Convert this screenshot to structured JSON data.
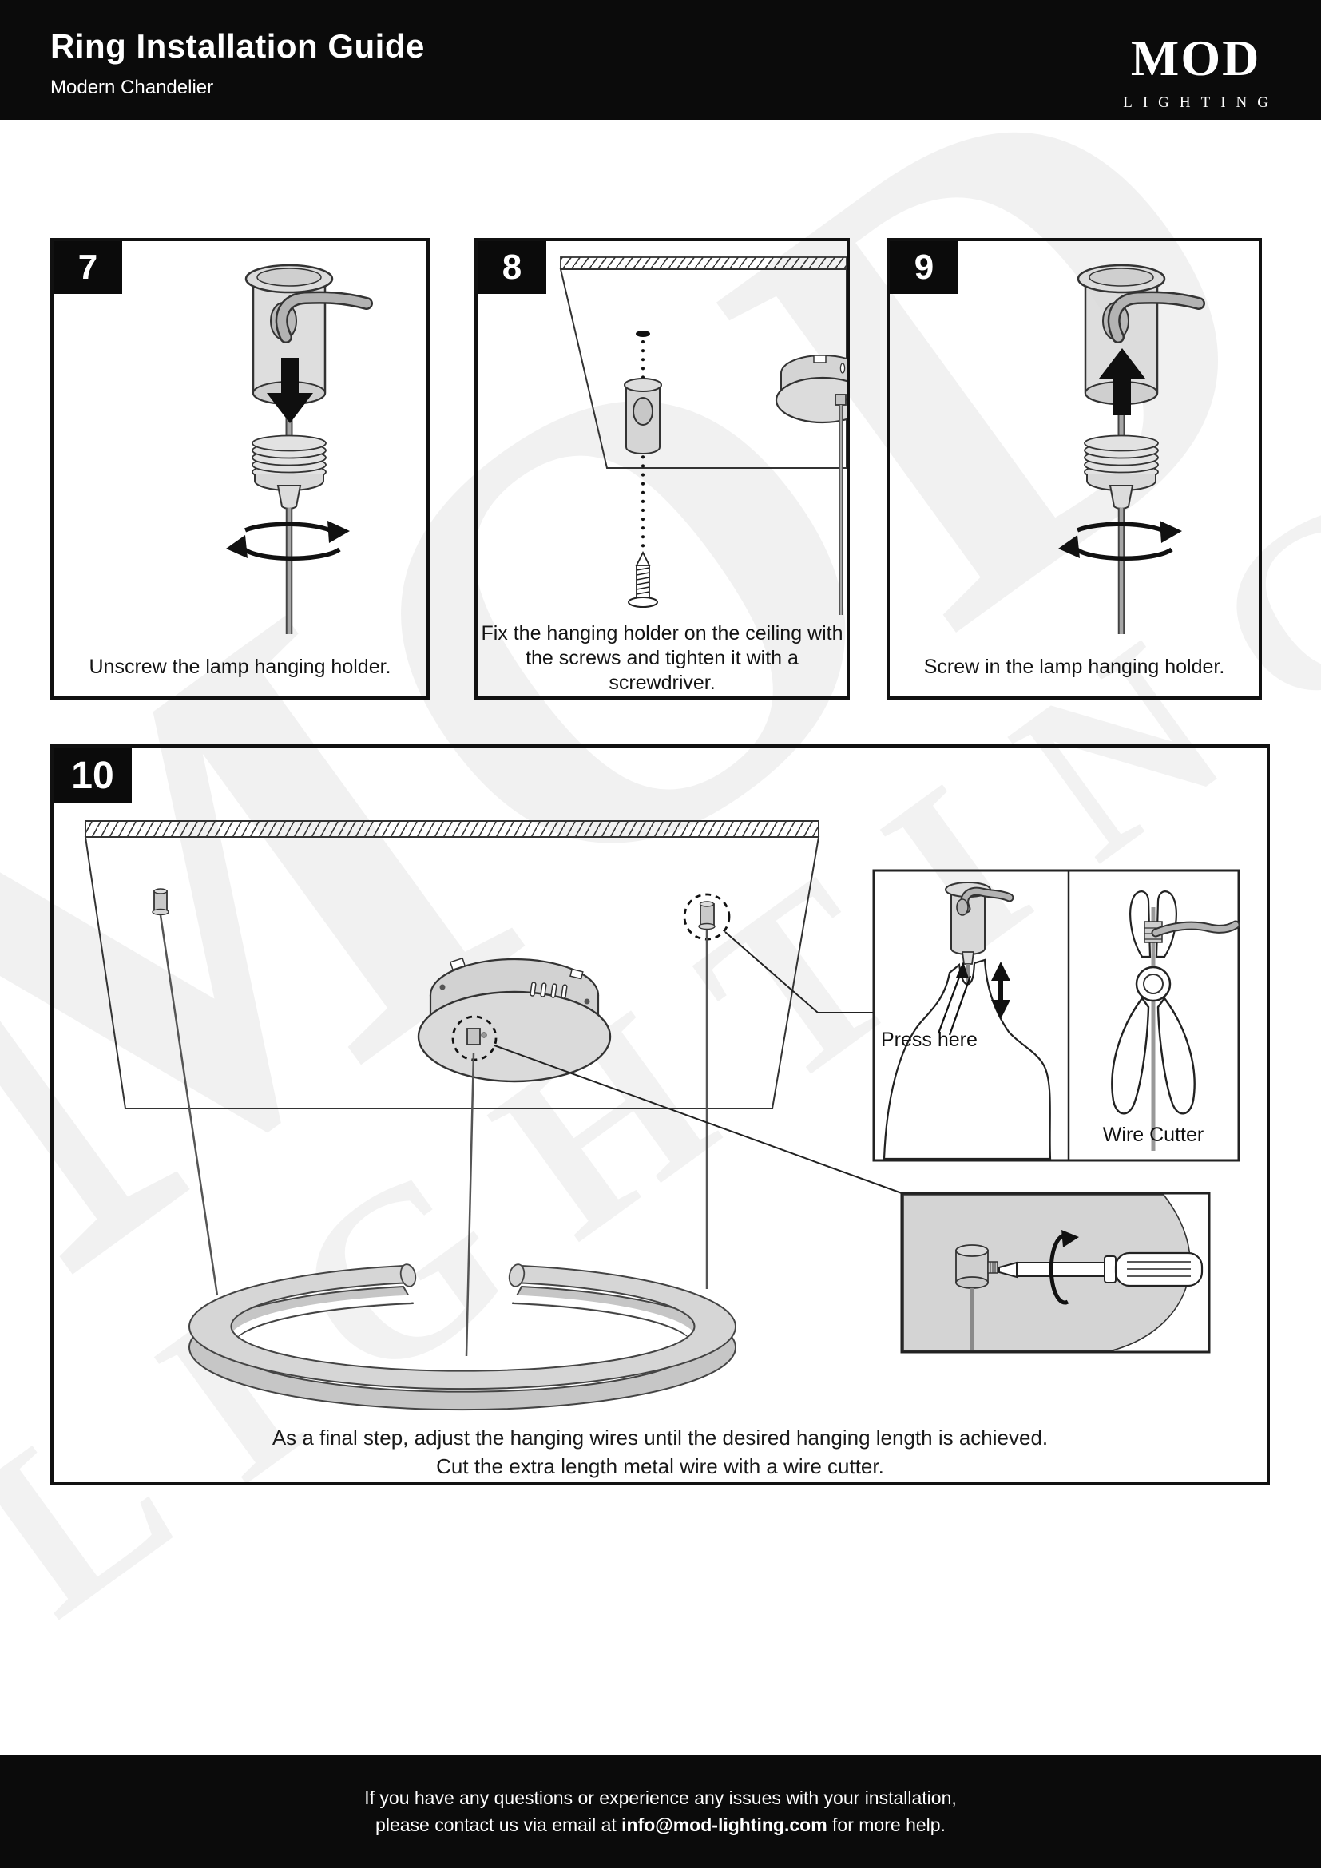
{
  "header": {
    "title": "Ring Installation Guide",
    "subtitle": "Modern Chandelier",
    "logo": {
      "brand": "MOD",
      "sub": "LIGHTING"
    }
  },
  "watermark": {
    "brand": "MOD",
    "sub": "LIGHTING"
  },
  "steps": [
    {
      "number": "7",
      "caption": "Unscrew the lamp hanging holder."
    },
    {
      "number": "8",
      "caption": "Fix the hanging holder on the ceiling with the screws and tighten it with a screwdriver."
    },
    {
      "number": "9",
      "caption": "Screw in the lamp hanging holder."
    },
    {
      "number": "10",
      "caption_line1": "As a final step, adjust the hanging wires until the desired hanging length is achieved.",
      "caption_line2": "Cut the extra length metal wire with a wire cutter.",
      "labels": {
        "press_here": "Press here",
        "wire_cutter": "Wire Cutter"
      }
    }
  ],
  "footer": {
    "line1": "If you have any questions or experience any issues with your installation,",
    "line2_prefix": "please contact us via email at ",
    "email": "info@mod-lighting.com",
    "line2_suffix": " for more help."
  },
  "colors": {
    "header_bg": "#0b0b0b",
    "panel_border": "#111111",
    "illustration_fill": "#d6d6d6",
    "illustration_stroke": "#333333",
    "text": "#1a1a1a",
    "watermark": "rgba(0,0,0,0.055)"
  }
}
